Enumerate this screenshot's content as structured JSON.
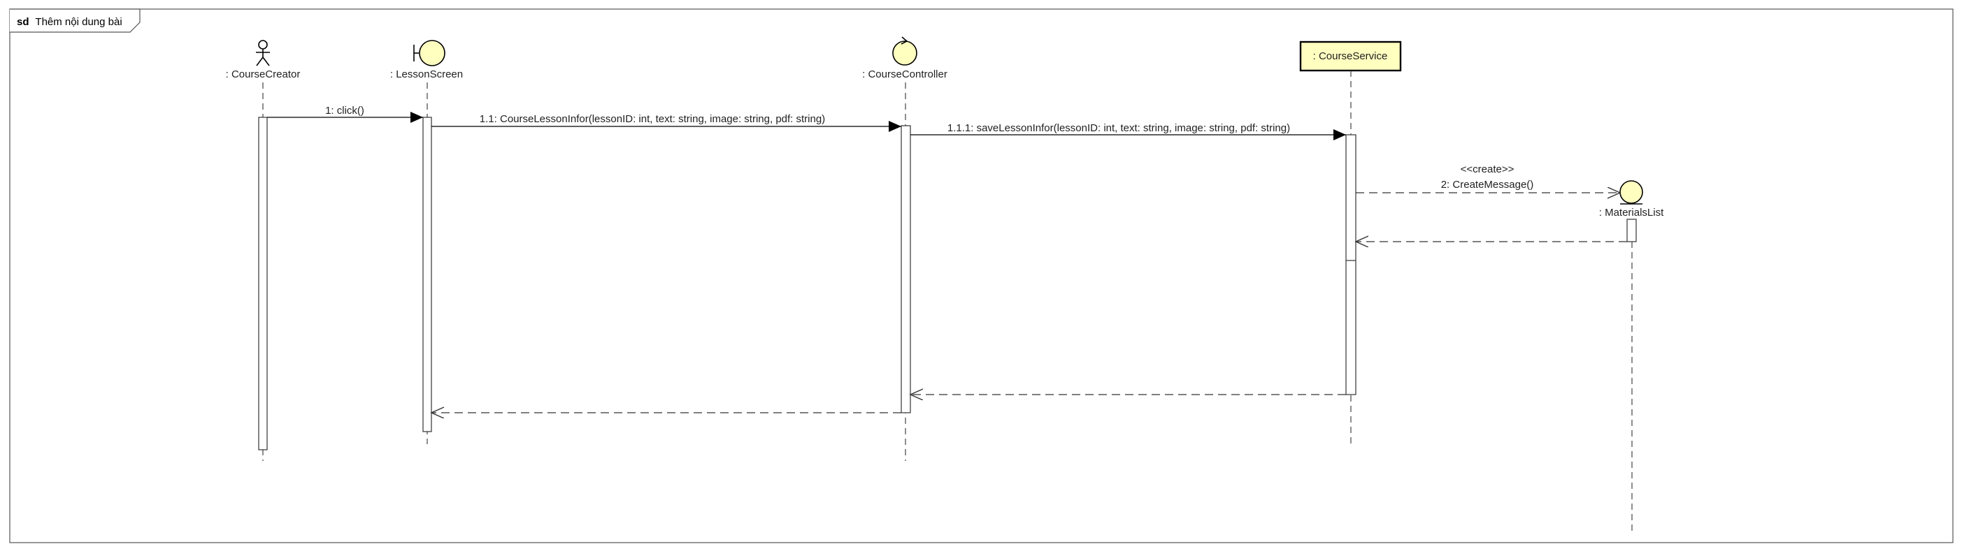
{
  "frame": {
    "keyword": "sd",
    "title": "Thêm nội dung bài"
  },
  "lifelines": [
    {
      "name": ": CourseCreator",
      "kind": "actor"
    },
    {
      "name": ": LessonScreen",
      "kind": "boundary"
    },
    {
      "name": ": CourseController",
      "kind": "control"
    },
    {
      "name": ": CourseService",
      "kind": "class-box"
    },
    {
      "name": ": MaterialsList",
      "kind": "entity"
    }
  ],
  "messages": [
    {
      "label": "1: click()",
      "from": ": CourseCreator",
      "to": ": LessonScreen",
      "type": "sync"
    },
    {
      "label": "1.1: CourseLessonInfor(lessonID: int, text: string, image: string, pdf: string)",
      "from": ": LessonScreen",
      "to": ": CourseController",
      "type": "sync"
    },
    {
      "label": "1.1.1: saveLessonInfor(lessonID: int, text: string, image: string, pdf: string)",
      "from": ": CourseController",
      "to": ": CourseService",
      "type": "sync"
    },
    {
      "stereotype": "<<create>>",
      "label": "2: CreateMessage()",
      "from": ": CourseService",
      "to": ": MaterialsList",
      "type": "create"
    },
    {
      "label": "",
      "from": ": MaterialsList",
      "to": ": CourseService",
      "type": "return"
    },
    {
      "label": "",
      "from": ": CourseService",
      "to": ": CourseController",
      "type": "return"
    },
    {
      "label": "",
      "from": ": CourseController",
      "to": ": LessonScreen",
      "type": "return"
    }
  ],
  "colors": {
    "line": "#333333",
    "entity_fill": "#ffffc0",
    "class_box_fill": "#ffffc0",
    "activation_fill": "#ffffff"
  }
}
